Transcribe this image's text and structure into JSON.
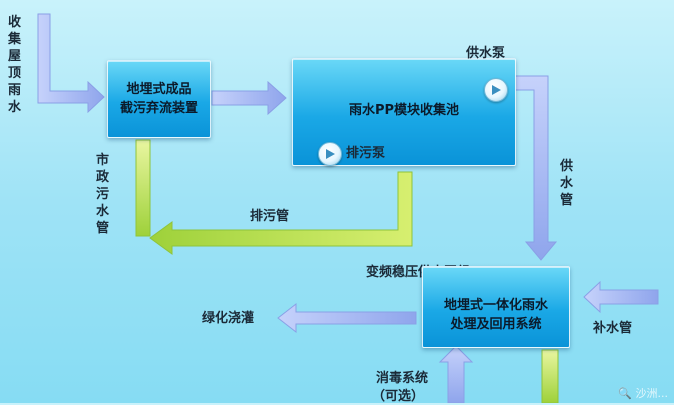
{
  "labels": {
    "collect_roof_rain": [
      "收",
      "集",
      "屋",
      "顶",
      "雨",
      "水"
    ],
    "filter_device": "地埋式成品\n截污弃流装置",
    "pp_tank": "雨水PP模块收集池",
    "sewage_pump": "排污泵",
    "supply_pump": "供水泵",
    "municipal_sewer": [
      "市",
      "政",
      "污",
      "水",
      "管"
    ],
    "sewage_pipe": "排污管",
    "supply_pipe": [
      "供",
      "水",
      "管"
    ],
    "vfd_pump_group": "变频稳压供水泵组",
    "treatment_system": "地埋式一体化雨水\n处理及回用系统",
    "make_up_pipe": "补水管",
    "greening": "绿化浇灌",
    "disinfection": "消毒系统",
    "optional": "（可选）",
    "watermark": "🔍 沙洲..."
  },
  "colors": {
    "flow_arrow": "#a6b8f0",
    "sewage_arrow": "#b8e34a",
    "box_top": "#6ad8f7",
    "box_bottom": "#0a93d8"
  },
  "icons": [
    "pump-icon"
  ]
}
